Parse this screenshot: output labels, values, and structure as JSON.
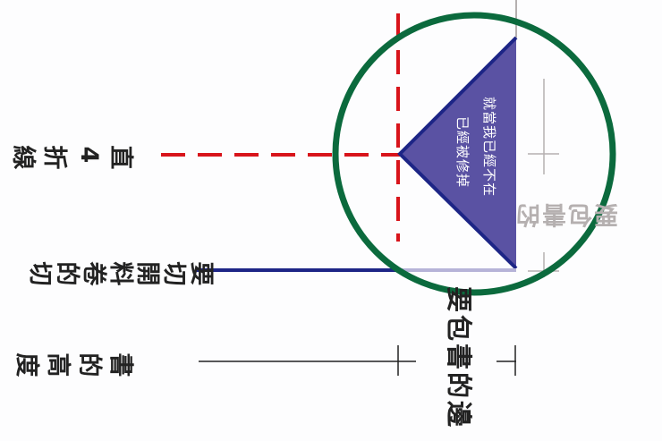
{
  "labels": {
    "straight_fold": "直4折線",
    "cut_material": "要切開料卷的切",
    "book_height": "書的高度",
    "book_edge": "要包書的邊",
    "book_edge_faded": "要包書的",
    "triangle_line1": "就當我已經不在",
    "triangle_line2": "已經被修掉"
  },
  "colors": {
    "fold_line": "#d8141b",
    "cut_line": "#1d2586",
    "triangle_fill": "#5a52a3",
    "circle": "#0b6a3d",
    "dimension": "#222222",
    "faded": "#b5b0b0"
  }
}
